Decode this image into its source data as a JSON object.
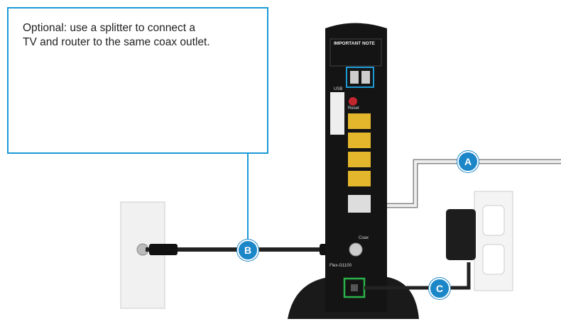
{
  "callout": {
    "text_line1": "Optional: use a splitter to connect a",
    "text_line2": "TV and router to the same coax outlet."
  },
  "badges": {
    "a": "A",
    "b": "B",
    "c": "C"
  },
  "router": {
    "note_title": "IMPORTANT NOTE",
    "usb_label": "USB",
    "reset_label": "Reset",
    "coax_label": "Coax",
    "model_label": "Flex-G1100"
  },
  "colors": {
    "accent": "#1b9ad6",
    "badge": "#1b86c8",
    "ethernet_ports": "#e3b62b",
    "power_highlight": "#2bb34a",
    "router_body": "#141414"
  }
}
